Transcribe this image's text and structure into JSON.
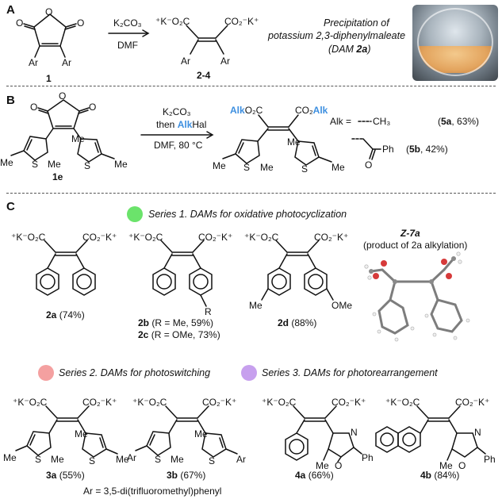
{
  "panels": {
    "a": "A",
    "b": "B",
    "c": "C"
  },
  "sectionA": {
    "reagent": "K₂CO₃",
    "solvent": "DMF",
    "compound_start": "1",
    "compound_product": "2-4",
    "caption_line1": "Precipitation of",
    "caption_line2": "potassium 2,3-diphenylmaleate",
    "caption_line3_pre": "(DAM ",
    "caption_line3_bold": "2a",
    "caption_line3_post": ")",
    "carboxylate_left": "⁺K⁻O₂C",
    "carboxylate_right": "CO₂⁻K⁺",
    "ar": "Ar"
  },
  "sectionB": {
    "reagent_line1": "K₂CO₃",
    "reagent_line2_pre": "then ",
    "reagent_line2_alk": "Alk",
    "reagent_line2_post": "Hal",
    "conditions": "DMF, 80 °C",
    "compound_start": "1e",
    "ester_left_alk": "Alk",
    "ester_left_rest": "O₂C",
    "ester_right_rest": "CO₂",
    "ester_right_alk": "Alk",
    "alk_def": "Alk =",
    "methyl": "CH₃",
    "ph": "Ph",
    "o": "O",
    "me": "Me",
    "s": "S",
    "prod_5a_bold": "5a",
    "prod_5a_yield": ", 63%)",
    "prod_5b_bold": "5b",
    "prod_5b_yield": ", 42%)",
    "paren_open": "("
  },
  "sectionC": {
    "series1": "Series 1. DAMs for oxidative photocyclization",
    "series2": "Series 2. DAMs for photoswitching",
    "series3": "Series 3. DAMs for photorearrangement",
    "series_colors": {
      "s1": "#6be36b",
      "s2": "#f4a0a0",
      "s3": "#c7a0ee"
    },
    "crystal_title": "Z-7a",
    "crystal_sub": "(product of 2a alkylation)",
    "compounds": [
      {
        "id": "2a",
        "yield": "(74%)"
      },
      {
        "id": "2b",
        "yield": "(R = Me, 59%)"
      },
      {
        "id": "2c",
        "yield": "(R = OMe, 73%)"
      },
      {
        "id": "2d",
        "yield": "(88%)"
      },
      {
        "id": "3a",
        "yield": "(55%)"
      },
      {
        "id": "3b",
        "yield": "(67%)"
      },
      {
        "id": "4a",
        "yield": "(66%)"
      },
      {
        "id": "4b",
        "yield": "(84%)"
      }
    ],
    "r": "R",
    "me": "Me",
    "ome": "OMe",
    "s": "S",
    "ar": "Ar",
    "n": "N",
    "o": "O",
    "ph": "Ph",
    "ar_definition": "Ar = 3,5-di(trifluoromethyl)phenyl"
  }
}
